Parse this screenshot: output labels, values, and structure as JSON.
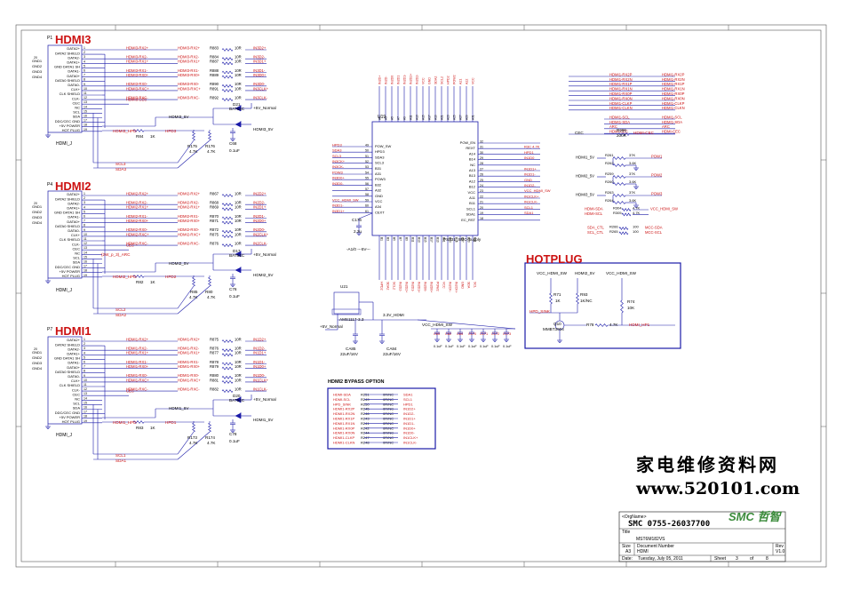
{
  "sections": {
    "hdmi3": {
      "title": "HDMI3",
      "ref": "P1",
      "part": "HDMI_J",
      "hpd_net": "HDMI3_5V",
      "cap": "C68",
      "cap_val": "0.1uF",
      "diode": "D21",
      "diode_part": "BAT54C",
      "res_a": "R175",
      "res_b": "R176",
      "res_val": "4.7K",
      "hpd": "HPD3",
      "rhpd": "R84",
      "rhpd_val": "1K",
      "sda": "SDA3",
      "scl": "SCL3",
      "pwr": "+5V_Normal",
      "hpd_in": "HDMI3_HPD"
    },
    "hdmi2": {
      "title": "HDMI2",
      "ref": "P4",
      "part": "HDMI_J",
      "hpd_net": "HDMI2_5V",
      "cap": "C76",
      "cap_val": "0.1uF",
      "diode": "D17",
      "diode_part": "BAT54C",
      "res_a": "R85",
      "res_b": "R80",
      "res_val": "4.7K",
      "hpd": "HPD2",
      "rhpd": "R82",
      "rhpd_val": "1K",
      "sda": "SDA2",
      "scl": "SCL2",
      "pwr": "+5V_Normal",
      "hpd_in": "HDMI2_HPD",
      "arc": "(2W_p_3)_ARC"
    },
    "hdmi1": {
      "title": "HDMI1",
      "ref": "P7",
      "part": "HDMI_J",
      "hpd_net": "HDMI1_5V",
      "cap": "C78",
      "cap_val": "0.1uF",
      "diode": "D20",
      "diode_part": "BAT54C",
      "res_a": "R173",
      "res_b": "R174",
      "res_val": "4.7K",
      "hpd": "HPD1",
      "rhpd": "R83",
      "rhpd_val": "1K",
      "sda": "SDA1",
      "scl": "SCL1",
      "pwr": "+5V_Normal",
      "hpd_in": "HDMI1_HPD"
    }
  },
  "connector_pins": [
    "DATA2+",
    "DATA2 SHIELD",
    "DATA2-",
    "DATA1+",
    "GND DATA1 SH",
    "DATA1-",
    "DATA0+",
    "DATA0 SHIELD",
    "DATA0-",
    "CLK+",
    "CLK SHIELD",
    "CLK-",
    "CEC",
    "NC",
    "SCL",
    "SDA",
    "DDC/CEC GND",
    "+5V POWER",
    "HOT PLUG"
  ],
  "connector_gnd": [
    "GND1",
    "GND2",
    "GND3",
    "GND4"
  ],
  "hdmi3_in_nets": [
    "HDMI3-RX2+",
    "HDMI3-RX2-",
    "HDMI3-RX1+",
    "HDMI3-RX1-",
    "HDMI3-RX0+",
    "HDMI3-RX0-",
    "HDMI3-RXC+",
    "HDMI3-RXC-",
    "HDMI3-CEC"
  ],
  "hdmi3_mid_nets": [
    "HDMI3-RX2+",
    "HDMI3-RX2-",
    "HDMI3-RX1+",
    "HDMI3-RX1-",
    "HDMI3-RX0+",
    "HDMI3-RX0-",
    "HDMI3-RXC+",
    "HDMI3-RXC-"
  ],
  "hdmi3_res": [
    "R883",
    "R884",
    "R887",
    "R888",
    "R889",
    "R890",
    "R891",
    "R892"
  ],
  "hdmi3_out_nets": [
    "IN3D2+",
    "IN3D2-",
    "IN3D1+",
    "IN3D1-",
    "IN3D0+",
    "IN3D0-",
    "IN3CLK+",
    "IN3CLK-"
  ],
  "hdmi2_in_nets": [
    "HDMI2-RX2+",
    "HDMI2-RX2-",
    "HDMI2-RX1+",
    "HDMI2-RX1-",
    "HDMI2-RX0+",
    "HDMI2-RX0-",
    "HDMI2-RXC+",
    "HDMI2-RXC-",
    "CEC"
  ],
  "hdmi2_mid_nets": [
    "HDMI2-RX2+",
    "HDMI2-RX2-",
    "HDMI2-RX1+",
    "HDMI2-RX1-",
    "HDMI2-RX0+",
    "HDMI2-RX0-",
    "HDMI2-RXC+",
    "HDMI2-RXC-"
  ],
  "hdmi2_res": [
    "R867",
    "R868",
    "R869",
    "R870",
    "R871",
    "R872",
    "R875",
    "R876"
  ],
  "hdmi2_out_nets": [
    "IN2D2+",
    "IN2D2-",
    "IN2D1+",
    "IN2D1-",
    "IN2D0+",
    "IN2D0-",
    "IN2CLK+",
    "IN2CLK-"
  ],
  "hdmi1_in_nets": [
    "HDMI1-RX2+",
    "HDMI1-RX2-",
    "HDMI1-RX1+",
    "HDMI1-RX1-",
    "HDMI1-RX0+",
    "HDMI1-RX0-",
    "HDMI1-RXC+",
    "HDMI1-RXC-",
    "CEC"
  ],
  "hdmi1_mid_nets": [
    "HDMI1-RX2+",
    "HDMI1-RX2-",
    "HDMI1-RX1+",
    "HDMI1-RX1-",
    "HDMI1-RX0+",
    "HDMI1-RX0-",
    "HDMI1-RXC+",
    "HDMI1-RXC-"
  ],
  "hdmi1_res": [
    "R875",
    "R876",
    "R877",
    "R878",
    "R879",
    "R880",
    "R881",
    "R882"
  ],
  "hdmi1_out_nets": [
    "IN1D2+",
    "IN1D2-",
    "IN1D1+",
    "IN1D1-",
    "IN1D0+",
    "IN1D0-",
    "IN1CLK+",
    "IN1CLK-"
  ],
  "res_val": "10R",
  "u19": {
    "ref": "U19",
    "part": "PS331_SMC-Supply",
    "left_pins": [
      "POW_SW",
      "HPD3",
      "SDA3",
      "SCL3",
      "B31",
      "A31",
      "POW3",
      "B32",
      "A32",
      "GND",
      "VCC",
      "A34",
      "CEXT"
    ],
    "left_nets": [
      "HPD3",
      "SDA3",
      "SCL3",
      "IN3CK+",
      "IN3CK-",
      "POW3",
      "IN3D0+",
      "IN3D0-",
      "",
      "",
      "VCC_HDMI_SW",
      "IN3D1-",
      "IN3D1+"
    ],
    "right_pins": [
      "POW_EN",
      "REXT",
      "A14",
      "B14",
      "NC",
      "A13",
      "B13",
      "A12",
      "B12",
      "VCC",
      "A11",
      "B11",
      "SCL1",
      "SDA1",
      "EC_RST"
    ],
    "right_nets": [
      "",
      "R3C 4.7K",
      "HPD1",
      "IN1D0",
      "",
      "IN1D1+",
      "IN1D1-",
      "GND",
      "IN1D2-",
      "VCC_HDMI_SW",
      "IN1CLK+",
      "IN1CLK-",
      "SCL1",
      "SDA1",
      ""
    ],
    "c176": "C176",
    "c176_val": "2.2u"
  },
  "right_nets_top": [
    "HDMI1-RX2P",
    "HDMI1-RX2N",
    "HDMI1-RX1P",
    "HDMI1-RX1N",
    "HDMI1-RX0P",
    "HDMI1-RX0N",
    "HDMI1-CLKP",
    "HDMI1-CLKN"
  ],
  "right_nets_top2": [
    "HDMI1-SCL",
    "HDMI1-SDA",
    "ARC",
    "HDMI-CEC"
  ],
  "cec_row": {
    "left": "CEC",
    "r": "R686",
    "val": "200R",
    "right": "HDMI-CEC"
  },
  "pow_rows": [
    {
      "net": "HDMI1_5V",
      "r1": "R261",
      "v1": "37K",
      "r2": "R262",
      "v2": "3.6K",
      "out": "POW1"
    },
    {
      "net": "HDMI2_5V",
      "r1": "R259",
      "v1": "37K",
      "r2": "R260",
      "v2": "3.6K",
      "out": "POW2"
    },
    {
      "net": "HDMI3_5V",
      "r1": "R263",
      "v1": "37K",
      "r2": "R264",
      "v2": "3.6K",
      "out": "POW3"
    }
  ],
  "sda_rows": [
    {
      "left": "HDMI-SDA",
      "r": "R304",
      "val": "4.7K",
      "right": "VCC_HDMI_SW"
    },
    {
      "left": "HDMI-SCL",
      "r": "R305",
      "val": "4.7K",
      "right": ""
    }
  ],
  "mcc_rows": [
    {
      "left": "SDA_CTL",
      "r": "R266",
      "val": "100",
      "right": "MCC-SDA"
    },
    {
      "left": "SCL_CTL",
      "r": "R265",
      "val": "100",
      "right": "MCC-SCL"
    }
  ],
  "hotplug": {
    "title": "HOTPLUG",
    "vcc1": "VCC_HDMI_SW",
    "vcc2": "HDMI2_5V",
    "vcc3": "VCC_HDMI_SW",
    "r71": "R71",
    "r71v": "1K",
    "r93": "R93",
    "r93v": "1K/NC",
    "r74": "R74",
    "r74v": "10K",
    "q": "Q10",
    "qpart": "MMBT3904",
    "r78": "R78",
    "r78v": "4.7K",
    "hpd_sink": "HPD_SINK",
    "hdmi_hp1": "HDMI_HP1"
  },
  "ldo": {
    "ref": "U21",
    "part": "AMS1117-3.3",
    "in": "+5V_Normal",
    "out": "3.3V_HDMI",
    "vcc": "VCC_HDMI_SW",
    "c1": "CA85",
    "c1v": "22uF/16V",
    "c2": "CA84",
    "c2v": "22uF/16V",
    "caps": [
      "C63",
      "C62",
      "C64",
      "C170",
      "C171",
      "C172",
      "C173"
    ],
    "capv": "0.1uF"
  },
  "bypass": {
    "title": "HDMI2 BYPASS OPTION",
    "rows": [
      [
        "HDMI-SDA",
        "R251",
        "0R/NC",
        "SDA1"
      ],
      [
        "HDMI-SCL",
        "R249",
        "0R/NC",
        "SCL1"
      ],
      [
        "HPD_SINK",
        "R250",
        "0R/NC",
        "HPD1"
      ],
      [
        "HDMI1-RX2P",
        "R245",
        "0R/NC",
        "IN1D2+"
      ],
      [
        "HDMI1-RX2N",
        "R246",
        "0R/NC",
        "IN1D2-"
      ],
      [
        "HDMI1-RX1P",
        "R243",
        "0R/NC",
        "IN1D1+"
      ],
      [
        "HDMI1-RX1N",
        "R241",
        "0R/NC",
        "IN1D1-"
      ],
      [
        "HDMI1-RX0P",
        "R242",
        "0R/NC",
        "IN1D0+"
      ],
      [
        "HDMI1-RX0N",
        "R244",
        "0R/NC",
        "IN1D0-"
      ],
      [
        "HDMI1-CLKP",
        "R247",
        "0R/NC",
        "IN1CLK+"
      ],
      [
        "HDMI1-CLKN",
        "R248",
        "0R/NC",
        "IN1CLK-"
      ]
    ]
  },
  "watermark": {
    "line1": "家电维修资料网",
    "line2": "www.520101.com"
  },
  "titleblock": {
    "orgname": "<OrgName>",
    "smc": "SMC 0755-26037700",
    "logo": "SMC 哲智",
    "title_label": "Title",
    "title": "MST6M182VS",
    "size_label": "Size",
    "size": "A3",
    "docnum_label": "Document Number",
    "docnum": "HDMI",
    "rev_label": "Rev",
    "rev": "V1.0",
    "date_label": "Date:",
    "date": "Tuesday, July 05, 2011",
    "sheet_label": "Sheet",
    "sheet": "3",
    "of": "of",
    "total": "8"
  },
  "colors": {
    "wire": "#1a1aa8",
    "net": "#cc1111",
    "title": "#cc1111",
    "box": "#1a1aa8",
    "text": "#000000"
  }
}
